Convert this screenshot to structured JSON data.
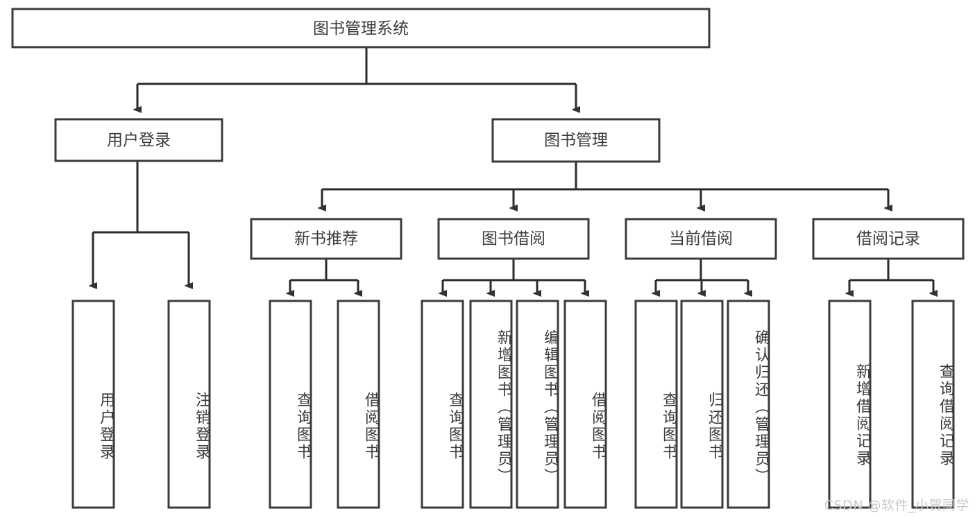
{
  "diagram": {
    "title": "图书管理系统",
    "type": "tree-hierarchy",
    "watermark": "CSDN @软件_小贺同学",
    "colors": {
      "box_stroke": "#3b3b3b",
      "connector": "#2b2b2b",
      "text": "#3a3a3a",
      "background": "#ffffff",
      "watermark": "#c9c9c9"
    },
    "root": {
      "label": "图书管理系统"
    },
    "level2": [
      {
        "label": "用户登录"
      },
      {
        "label": "图书管理"
      }
    ],
    "level3": [
      {
        "label": "新书推荐"
      },
      {
        "label": "图书借阅"
      },
      {
        "label": "当前借阅"
      },
      {
        "label": "借阅记录"
      }
    ],
    "leaves": {
      "user_login": [
        {
          "label": "用户登录"
        },
        {
          "label": "注销登录"
        }
      ],
      "new_book_recommend": [
        {
          "label": "查询图书"
        },
        {
          "label": "借阅图书"
        }
      ],
      "book_borrow": [
        {
          "label": "查询图书"
        },
        {
          "label": "新增图书（管理员）"
        },
        {
          "label": "编辑图书（管理员）"
        },
        {
          "label": "借阅图书"
        }
      ],
      "current_borrow": [
        {
          "label": "查询图书"
        },
        {
          "label": "归还图书"
        },
        {
          "label": "确认归还（管理员）"
        }
      ],
      "borrow_record": [
        {
          "label": "新增借阅记录"
        },
        {
          "label": "查询借阅记录"
        }
      ]
    }
  }
}
